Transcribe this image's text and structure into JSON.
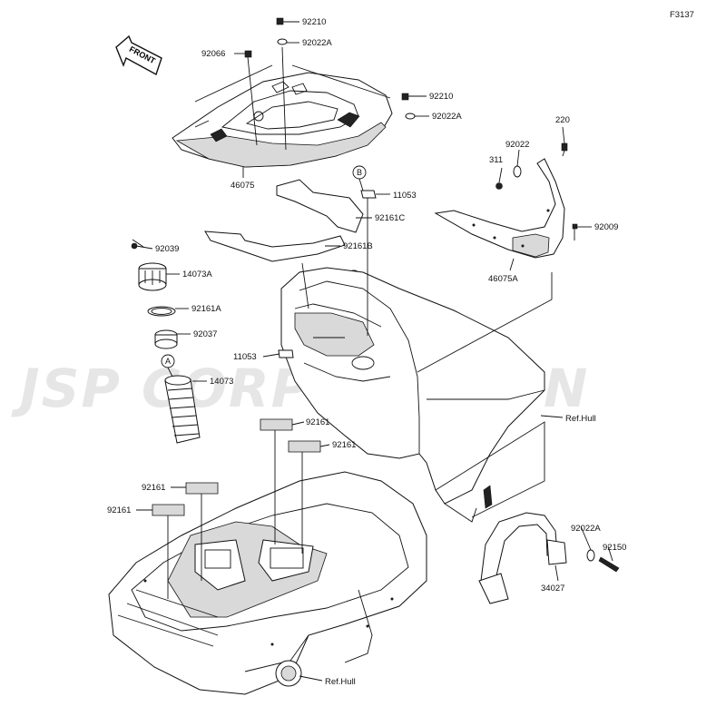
{
  "figure_code": "F3137",
  "front_label": "FRONT",
  "watermark": "JSP CORPORATION",
  "callouts": {
    "a": "A",
    "b": "B"
  },
  "labels": {
    "p92210_top": "92210",
    "p92022A_top": "92022A",
    "p92066": "92066",
    "p92210_right": "92210",
    "p92022A_right": "92022A",
    "p46075": "46075",
    "p11053_top": "11053",
    "p92161C": "92161C",
    "p92161B": "92161B",
    "p220": "220",
    "p92022": "92022",
    "p311": "311",
    "p92009": "92009",
    "p46075A": "46075A",
    "p92039": "92039",
    "p14073A": "14073A",
    "p92161A": "92161A",
    "p92037": "92037",
    "p11053_mid": "11053",
    "p14073": "14073",
    "p92161_mid": "92161",
    "p92161_mid2": "92161",
    "p92161_left1": "92161",
    "p92161_left2": "92161",
    "ref_hull_upper": "Ref.Hull",
    "ref_hull_lower": "Ref.Hull",
    "p92022A_handle": "92022A",
    "p92150": "92150",
    "p34027": "34027"
  }
}
